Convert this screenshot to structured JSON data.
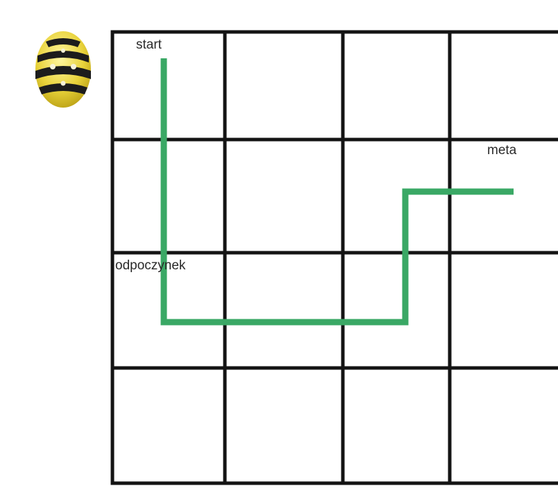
{
  "grid": {
    "columns": 4,
    "rows": 4,
    "line_color": "#141414"
  },
  "robot": {
    "icon": "bee-bot-icon",
    "colors": {
      "body": "#e8d23a",
      "stripes": "#1c1c1c"
    }
  },
  "route": {
    "color": "#3aa865"
  },
  "labels": {
    "start": "start",
    "finish": "meta",
    "rest": "odpoczynek"
  }
}
